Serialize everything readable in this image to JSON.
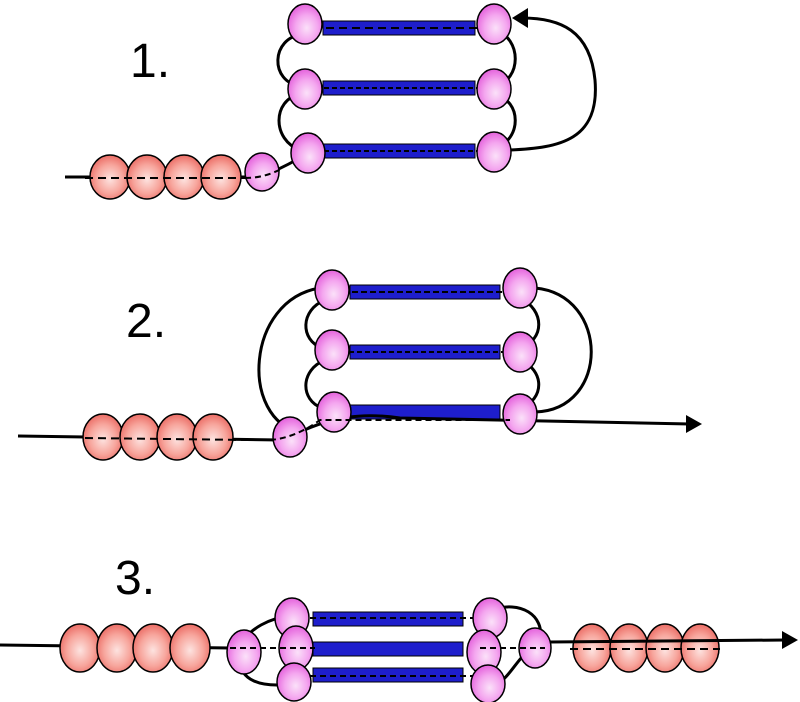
{
  "steps": [
    {
      "label": "1."
    },
    {
      "label": "2."
    },
    {
      "label": "3."
    }
  ],
  "colors": {
    "nucleosome": "#f2706a",
    "nucleosome_highlight": "#fde3e0",
    "loop_bead": "#f07ae8",
    "loop_bead_highlight": "#fbe1f9",
    "bar": "#1e1ecc",
    "strand": "#000000"
  },
  "icons": [
    "arrowhead-icon"
  ]
}
